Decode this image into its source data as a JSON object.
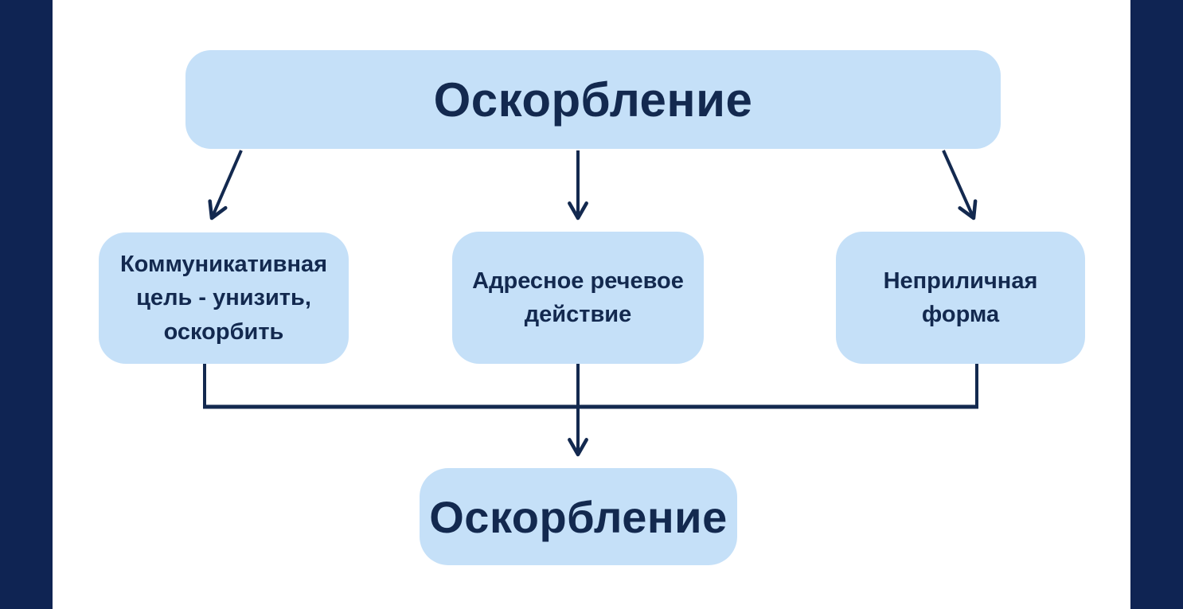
{
  "colors": {
    "frame_navy": "#0f2453",
    "background": "#ffffff",
    "node_fill": "#c5e0f8",
    "node_text": "#13294f",
    "connector": "#13294f"
  },
  "diagram": {
    "type": "flowchart",
    "root": {
      "label": "Оскорбление"
    },
    "criteria": [
      {
        "label": "Коммуникативная\nцель - унизить,\nоскорбить"
      },
      {
        "label": "Адресное речевое\nдействие"
      },
      {
        "label": "Неприличная\nформа"
      }
    ],
    "result": {
      "label": "Оскорбление"
    }
  }
}
